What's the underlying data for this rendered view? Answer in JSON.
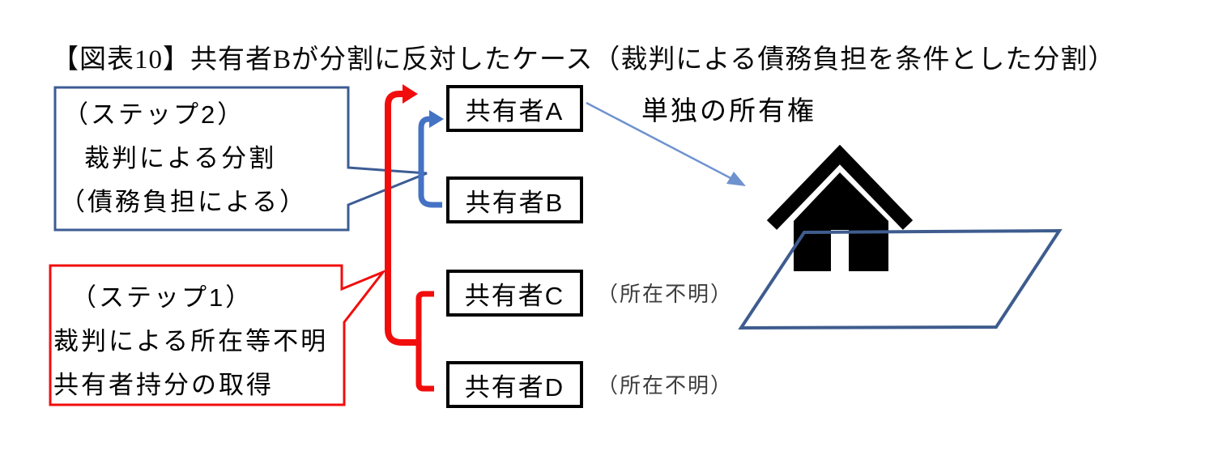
{
  "title": "【図表10】共有者Bが分割に反対したケース（裁判による債務負担を条件とした分割）",
  "callouts": {
    "step2": {
      "lines": [
        "（ステップ2）",
        "裁判による分割",
        "（債務負担による）"
      ],
      "border_color": "#3c5c94"
    },
    "step1": {
      "lines": [
        "（ステップ1）",
        "裁判による所在等不明",
        "共有者持分の取得"
      ],
      "border_color": "#f20d0d"
    }
  },
  "owners": [
    {
      "id": "A",
      "label": "共有者A"
    },
    {
      "id": "B",
      "label": "共有者B"
    },
    {
      "id": "C",
      "label": "共有者C",
      "note": "（所在不明）"
    },
    {
      "id": "D",
      "label": "共有者D",
      "note": "（所在不明）"
    }
  ],
  "annotations": {
    "sole_ownership": "単独の所有権"
  },
  "icons": {
    "house": "house-icon",
    "land": "land-parallelogram-icon",
    "step1_arrow": "red-arrow-icon",
    "ab_bracket": "blue-bracket-arrow-icon",
    "cd_bracket": "red-bracket-icon"
  },
  "colors": {
    "red": "#f20d0d",
    "accent_blue": "#4472c4",
    "thin_arrow_blue": "#6e92ce",
    "navy": "#3c5c94",
    "land_outline": "#3e5c8e",
    "black": "#000000",
    "note_gray": "#3d3d3d",
    "background": "#ffffff"
  }
}
